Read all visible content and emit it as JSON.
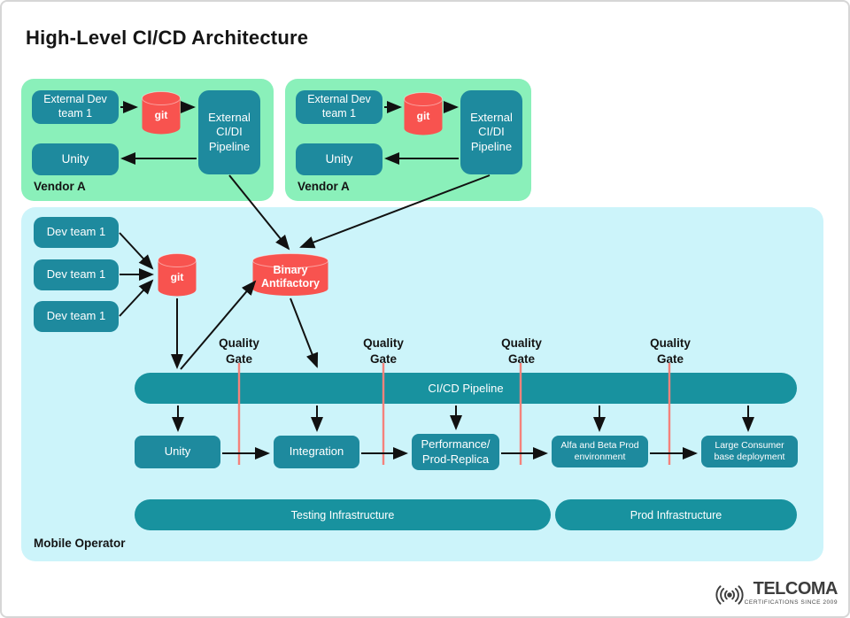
{
  "title": "High-Level CI/CD Architecture",
  "vendors": [
    {
      "label": "Vendor A",
      "dev_team": "External Dev\nteam 1",
      "git": "git",
      "pipeline": "External\nCI/DI\nPipeline",
      "unity": "Unity"
    },
    {
      "label": "Vendor A",
      "dev_team": "External Dev\nteam 1",
      "git": "git",
      "pipeline": "External\nCI/DI\nPipeline",
      "unity": "Unity"
    }
  ],
  "operator": {
    "label": "Mobile Operator",
    "dev_teams": [
      {
        "label": "Dev team 1"
      },
      {
        "label": "Dev team 1"
      },
      {
        "label": "Dev team 1"
      }
    ],
    "git": "git",
    "binary_artifactory": "Binary\nAntifactory",
    "pipeline": "CI/CD Pipeline",
    "quality_gates": [
      {
        "label": "Quality\nGate"
      },
      {
        "label": "Quality\nGate"
      },
      {
        "label": "Quality\nGate"
      },
      {
        "label": "Quality\nGate"
      }
    ],
    "stages": [
      {
        "label": "Unity"
      },
      {
        "label": "Integration"
      },
      {
        "label": "Performance/\nProd-Replica"
      },
      {
        "label": "Alfa and Beta Prod\nenvironment"
      },
      {
        "label": "Large Consumer\nbase deployment"
      }
    ],
    "infrastructures": [
      {
        "label": "Testing Infrastructure"
      },
      {
        "label": "Prod Infrastructure"
      }
    ]
  },
  "logo": {
    "brand": "TELCOMA",
    "tagline": "CERTIFICATIONS SINCE 2009"
  },
  "colors": {
    "teal_box": "#1e8a9e",
    "teal_bar": "#18929f",
    "mint_green": "#8af0ba",
    "light_cyan": "#ccf4fa",
    "red_cylinder": "#f8534f",
    "gate_line": "#f4827b",
    "arrow": "#111111"
  }
}
